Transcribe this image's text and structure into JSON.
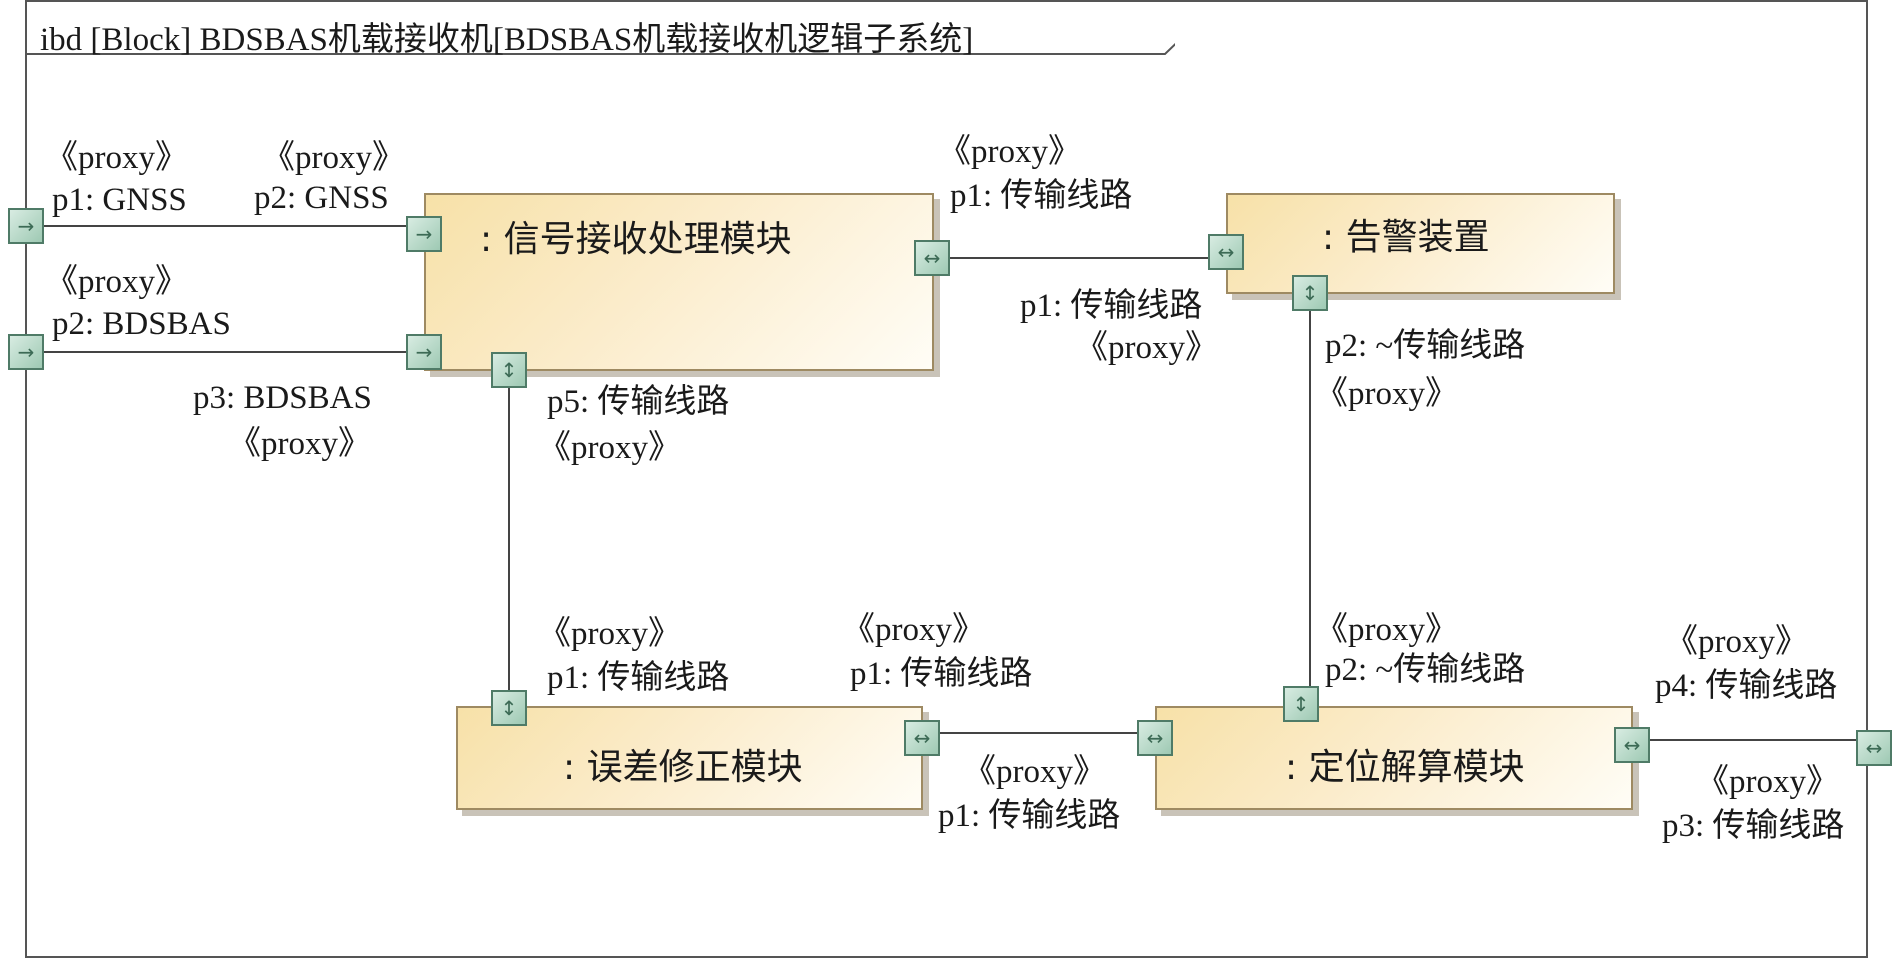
{
  "frame": {
    "title": "ibd [Block] BDSBAS机载接收机[BDSBAS机载接收机逻辑子系统]"
  },
  "blocks": {
    "signal": ": 信号接收处理模块",
    "alarm": ": 告警装置",
    "error": ": 误差修正模块",
    "position": ": 定位解算模块"
  },
  "labels": {
    "stereo": "《proxy》",
    "frame_p1": "p1: GNSS",
    "frame_p2": "p2: BDSBAS",
    "frame_p3": "p3: 传输线路",
    "sig_p2": "p2: GNSS",
    "sig_p3": "p3: BDSBAS",
    "sig_p1": "p1: 传输线路",
    "sig_p5": "p5: 传输线路",
    "alarm_p1": "p1: 传输线路",
    "alarm_p2": "p2: ~传输线路",
    "err_p1_top": "p1: 传输线路",
    "err_p1_right": "p1: 传输线路",
    "pos_p1": "p1: 传输线路",
    "pos_p2": "p2: ~传输线路",
    "pos_p4": "p4: 传输线路"
  },
  "icons": {
    "in": "→",
    "inout": "↔",
    "vertical": "↕"
  }
}
